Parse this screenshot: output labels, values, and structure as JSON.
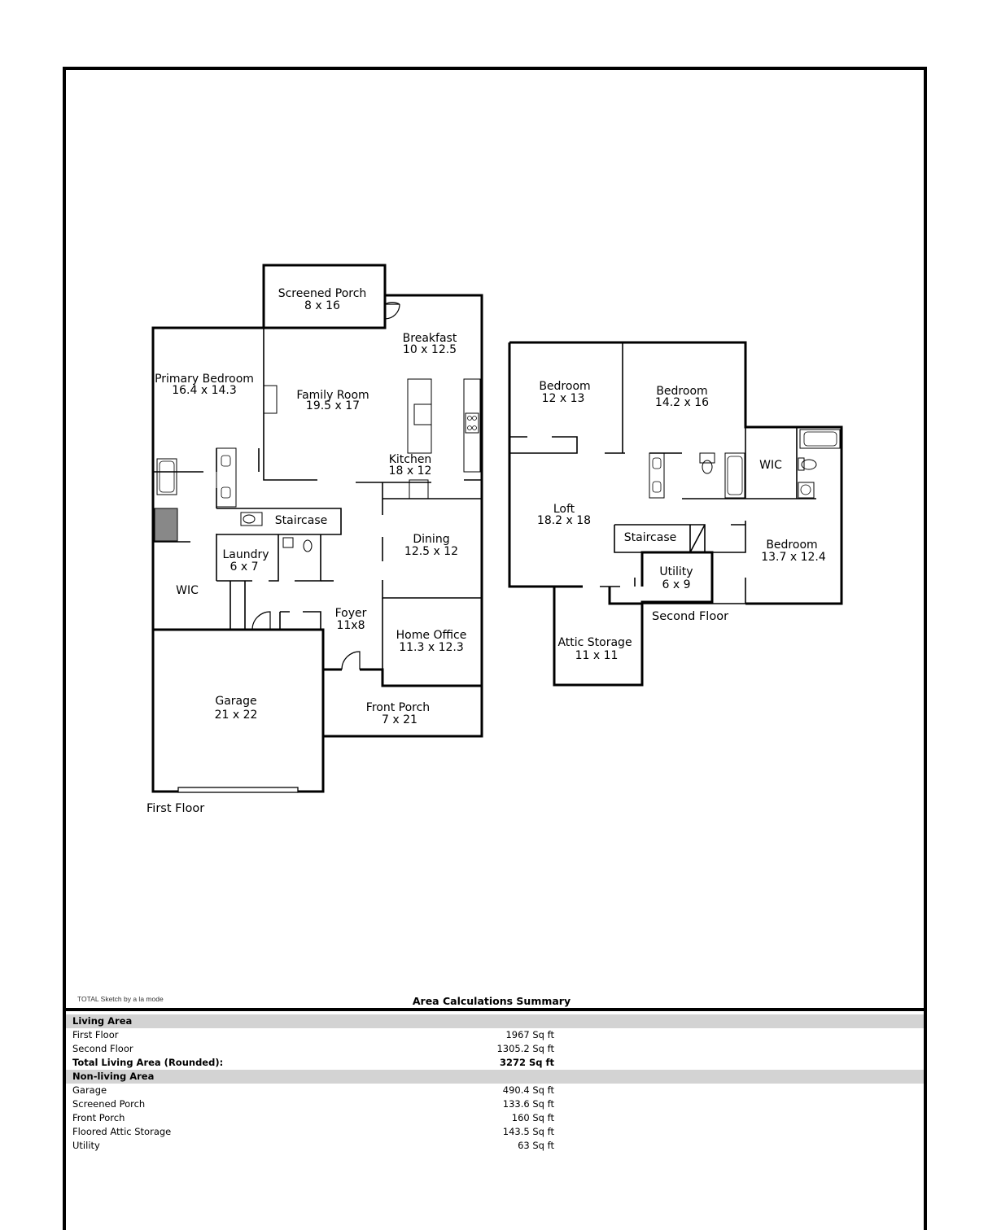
{
  "credit": "TOTAL Sketch by a la mode",
  "first_floor": {
    "label": "First Floor",
    "rooms": {
      "screened_porch": {
        "name": "Screened Porch",
        "size": "8 x 16"
      },
      "breakfast": {
        "name": "Breakfast",
        "size": "10 x 12.5"
      },
      "primary_bedroom": {
        "name": "Primary Bedroom",
        "size": "16.4 x 14.3"
      },
      "family_room": {
        "name": "Family Room",
        "size": "19.5 x 17"
      },
      "kitchen": {
        "name": "Kitchen",
        "size": "18 x 12"
      },
      "staircase": {
        "name": "Staircase"
      },
      "dining": {
        "name": "Dining",
        "size": "12.5 x 12"
      },
      "laundry": {
        "name": "Laundry",
        "size": "6 x 7"
      },
      "wic": {
        "name": "WIC"
      },
      "foyer": {
        "name": "Foyer",
        "size": "11x8"
      },
      "home_office": {
        "name": "Home Office",
        "size": "11.3 x 12.3"
      },
      "garage": {
        "name": "Garage",
        "size": "21 x 22"
      },
      "front_porch": {
        "name": "Front Porch",
        "size": "7 x 21"
      }
    }
  },
  "second_floor": {
    "label": "Second Floor",
    "rooms": {
      "bedroom_1": {
        "name": "Bedroom",
        "size": "12 x 13"
      },
      "bedroom_2": {
        "name": "Bedroom",
        "size": "14.2 x 16"
      },
      "wic": {
        "name": "WIC"
      },
      "loft": {
        "name": "Loft",
        "size": "18.2 x 18"
      },
      "staircase": {
        "name": "Staircase"
      },
      "bedroom_3": {
        "name": "Bedroom",
        "size": "13.7 x 12.4"
      },
      "utility": {
        "name": "Utility",
        "size": "6 x 9"
      },
      "attic_storage": {
        "name": "Attic Storage",
        "size": "11 x 11"
      }
    }
  },
  "summary": {
    "title": "Area Calculations Summary",
    "living_header": "Living Area",
    "living": [
      {
        "label": "First Floor",
        "value": "1967 Sq ft"
      },
      {
        "label": "Second Floor",
        "value": "1305.2 Sq ft"
      }
    ],
    "total": {
      "label": "Total Living Area (Rounded):",
      "value": "3272 Sq ft"
    },
    "nonliving_header": "Non-living Area",
    "nonliving": [
      {
        "label": "Garage",
        "value": "490.4 Sq ft"
      },
      {
        "label": "Screened Porch",
        "value": "133.6 Sq ft"
      },
      {
        "label": "Front Porch",
        "value": "160 Sq ft"
      },
      {
        "label": "Floored Attic Storage",
        "value": "143.5 Sq ft"
      },
      {
        "label": "Utility",
        "value": "63 Sq ft"
      }
    ]
  }
}
